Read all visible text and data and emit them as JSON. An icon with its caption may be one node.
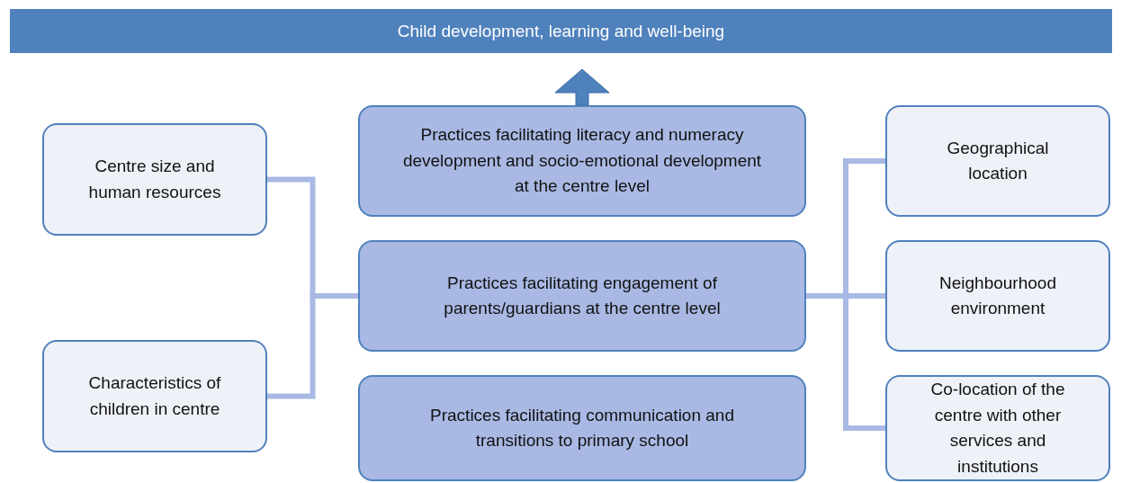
{
  "diagram": {
    "nodes": [
      {
        "text": [
          "Child development, learning and well-being"
        ]
      },
      {
        "text": [
          "Centre size and human resources"
        ]
      },
      {
        "text": [
          "Practices facilitating literacy and numeracy development and socio-emotional development at the centre level"
        ]
      },
      {
        "text": [
          "Geographical location"
        ]
      },
      {
        "text": [
          "Practices facilitating engagement of parents/guardians at the centre level"
        ]
      },
      {
        "text": [
          "Neighbourhood environment"
        ]
      },
      {
        "text": [
          "Characteristics of children in centre"
        ]
      },
      {
        "text": [
          "Practices facilitating communication and transitions to primary school"
        ]
      },
      {
        "text": [
          "Co-location of the centre with other services and institutions"
        ]
      }
    ],
    "edges": [
      {
        "from": 2,
        "to": 0,
        "arrow": "to"
      },
      {
        "from": 1,
        "to": 4,
        "arrow": "none"
      },
      {
        "from": 6,
        "to": 4,
        "arrow": "none"
      },
      {
        "from": 4,
        "to": 3,
        "arrow": "none"
      },
      {
        "from": 4,
        "to": 5,
        "arrow": "none"
      },
      {
        "from": 4,
        "to": 8,
        "arrow": "none"
      }
    ]
  }
}
